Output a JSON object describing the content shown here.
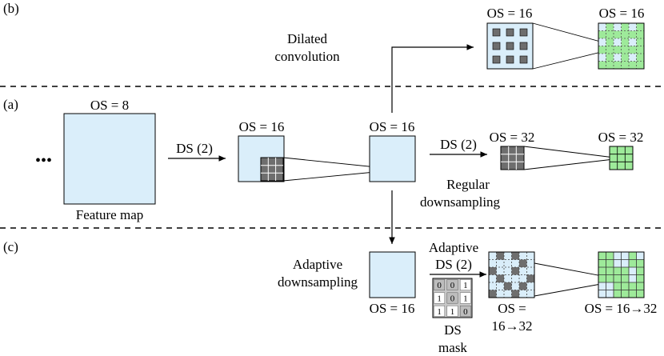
{
  "panel_labels": {
    "b": "(b)",
    "a": "(a)",
    "c": "(c)"
  },
  "texts": {
    "os8": "OS = 8",
    "os16": "OS = 16",
    "os32": "OS = 32",
    "os16to32": "OS = 16→32",
    "os_eq": "OS =",
    "os_val_16to32": "16→32",
    "ds2": "DS (2)",
    "dilated_1": "Dilated",
    "dilated_2": "convolution",
    "regular_1": "Regular",
    "regular_2": "downsampling",
    "adaptive_1": "Adaptive",
    "adaptive_2": "downsampling",
    "adaptive_ds_1": "Adaptive",
    "adaptive_ds_2": "DS (2)",
    "feature_map": "Feature map",
    "ellipsis": "•••",
    "ds_mask_1": "DS",
    "ds_mask_2": "mask"
  },
  "ds_mask": [
    [
      "0",
      "0",
      "1"
    ],
    [
      "1",
      "0",
      "1"
    ],
    [
      "1",
      "1",
      "0"
    ]
  ],
  "colors": {
    "light_blue": "#daeefa",
    "dark_gray": "#6e6e6e",
    "light_green": "#9eea9a",
    "mask_gray": "#c8c8c8",
    "line": "#000000"
  }
}
